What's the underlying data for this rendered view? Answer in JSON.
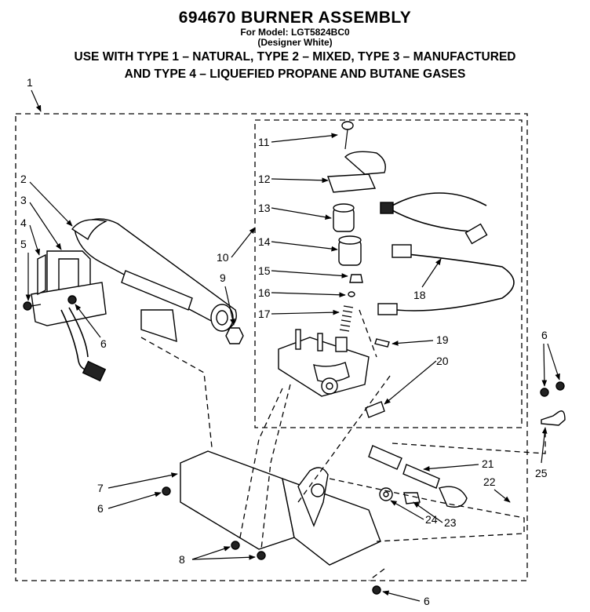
{
  "header": {
    "title": "694670 BURNER ASSEMBLY",
    "model": "For Model: LGT5824BC0",
    "color": "(Designer White)",
    "usage_line1": "USE WITH TYPE 1 – NATURAL, TYPE 2 – MIXED, TYPE 3 – MANUFACTURED",
    "usage_line2": "AND TYPE 4 – LIQUEFIED PROPANE AND BUTANE GASES"
  },
  "callouts": {
    "c1": "1",
    "c2": "2",
    "c3": "3",
    "c4": "4",
    "c5": "5",
    "c6a": "6",
    "c6b": "6",
    "c6c": "6",
    "c6d": "6",
    "c7": "7",
    "c8": "8",
    "c9": "9",
    "c10": "10",
    "c11": "11",
    "c12": "12",
    "c13": "13",
    "c14": "14",
    "c15": "15",
    "c16": "16",
    "c17": "17",
    "c18": "18",
    "c19": "19",
    "c20": "20",
    "c21": "21",
    "c22": "22",
    "c23": "23",
    "c24": "24",
    "c25": "25"
  }
}
